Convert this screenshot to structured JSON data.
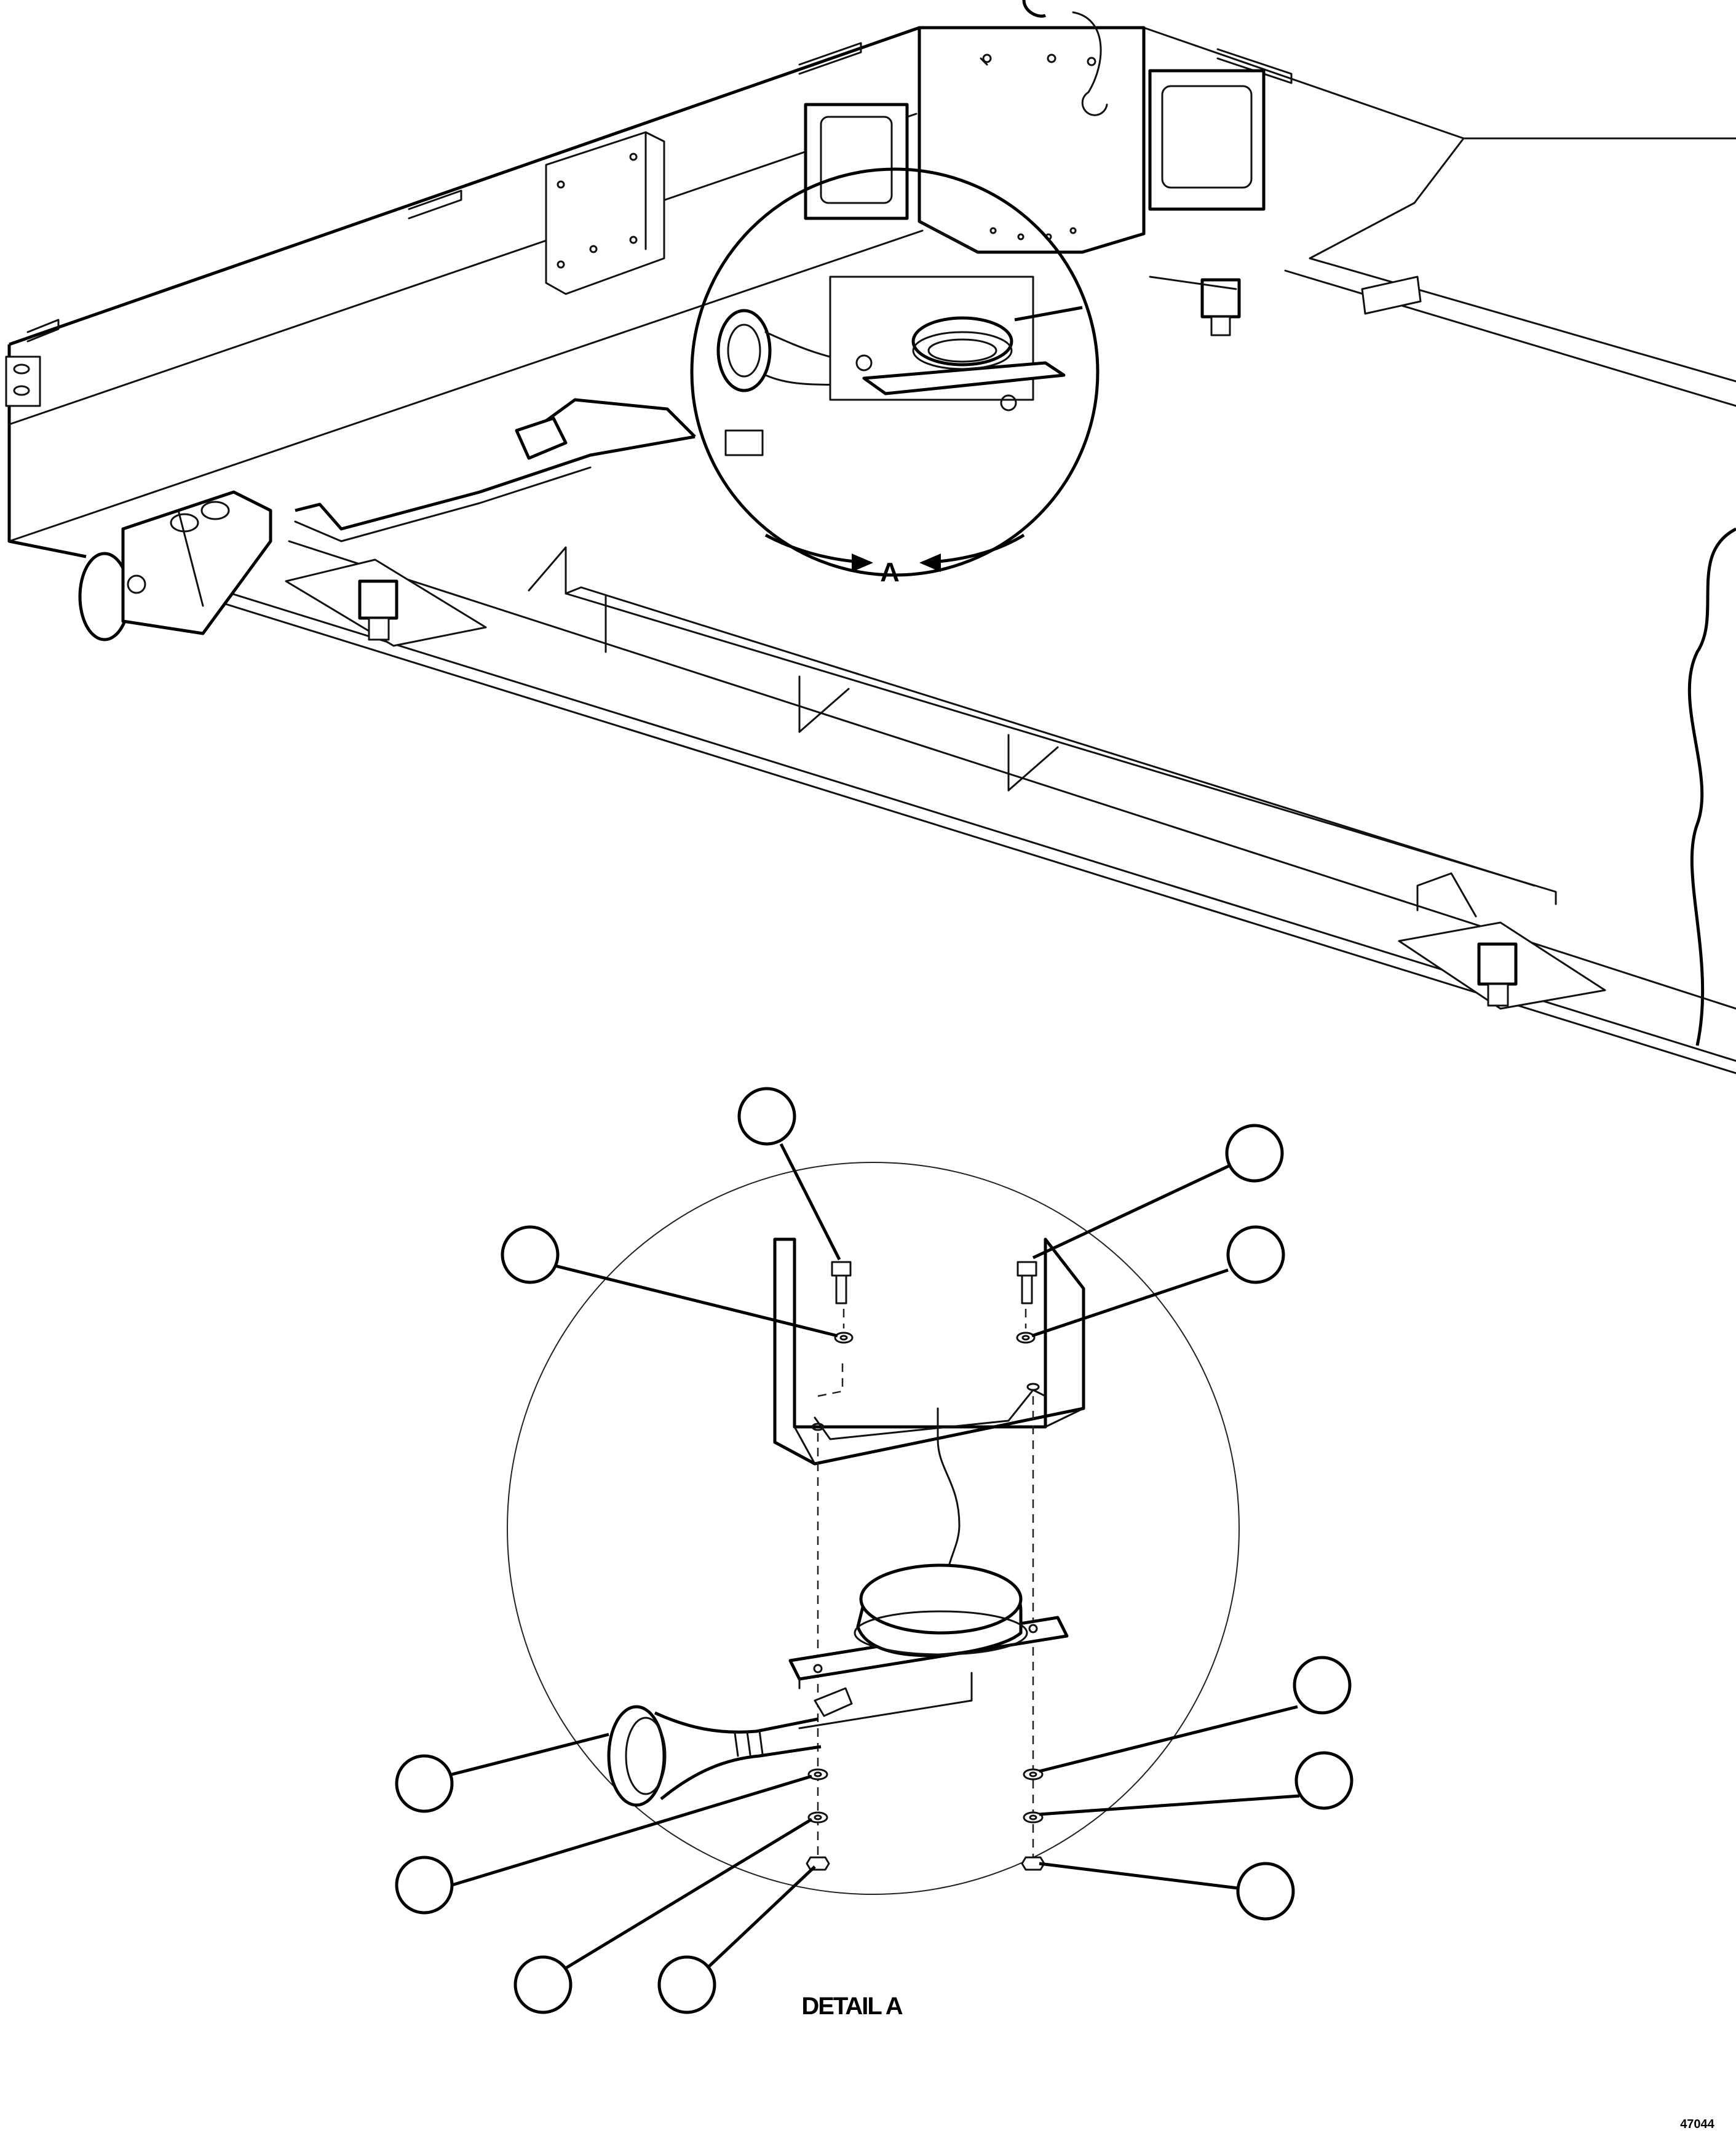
{
  "view_label": "A",
  "detail_label": "DETAIL A",
  "drawing_id": "47044",
  "callout_bubbles": [
    {
      "id": "bubble-bolt-left",
      "text": ""
    },
    {
      "id": "bubble-bolt-right",
      "text": ""
    },
    {
      "id": "bubble-washer-upper-left",
      "text": ""
    },
    {
      "id": "bubble-washer-upper-right",
      "text": ""
    },
    {
      "id": "bubble-horn",
      "text": ""
    },
    {
      "id": "bubble-flat-washer-left",
      "text": ""
    },
    {
      "id": "bubble-lock-washer-left",
      "text": ""
    },
    {
      "id": "bubble-nut-left",
      "text": ""
    },
    {
      "id": "bubble-flat-washer-right",
      "text": ""
    },
    {
      "id": "bubble-lock-washer-right",
      "text": ""
    },
    {
      "id": "bubble-nut-right",
      "text": ""
    }
  ]
}
